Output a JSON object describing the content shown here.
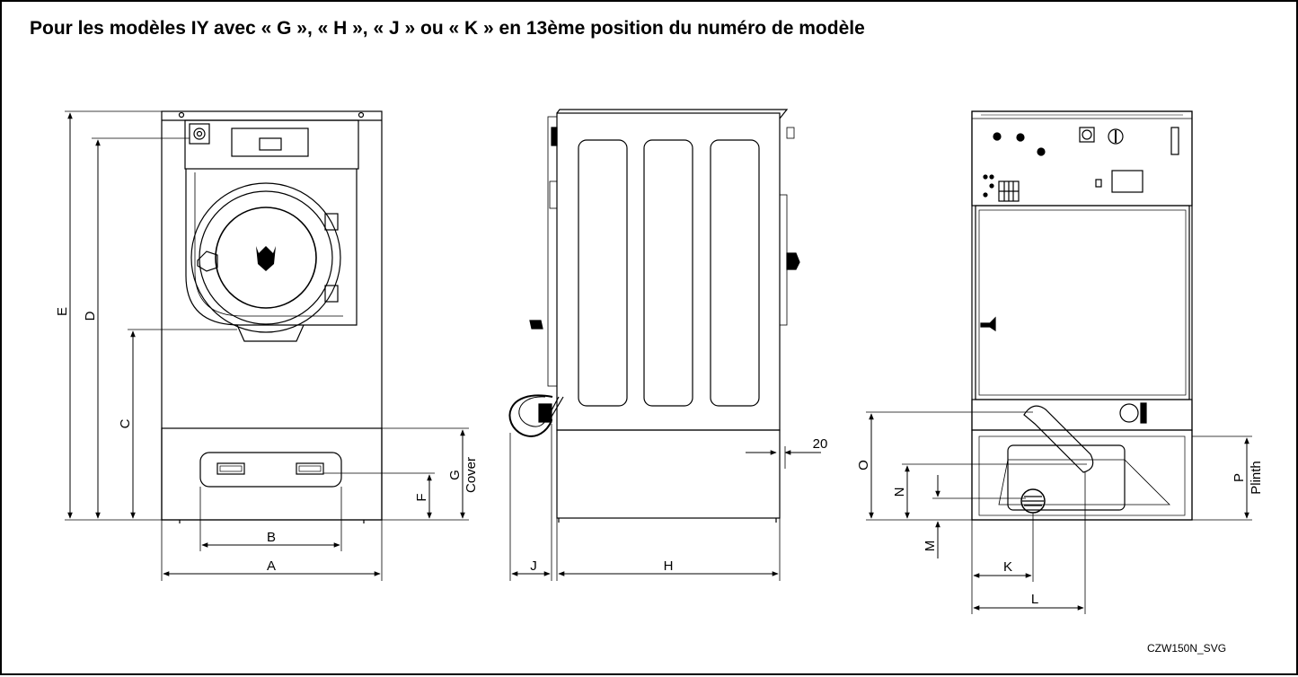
{
  "title": "Pour les modèles IY avec « G », « H », « J » ou « K » en 13ème position du numéro de modèle",
  "dimensions": {
    "A": "A",
    "B": "B",
    "C": "C",
    "D": "D",
    "E": "E",
    "F": "F",
    "G": "G",
    "G_note": "Cover",
    "H": "H",
    "J": "J",
    "K": "K",
    "L": "L",
    "M": "M",
    "N": "N",
    "O": "O",
    "P": "P",
    "P_note": "Plinth",
    "twenty": "20"
  },
  "code": "CZW150N_SVG"
}
